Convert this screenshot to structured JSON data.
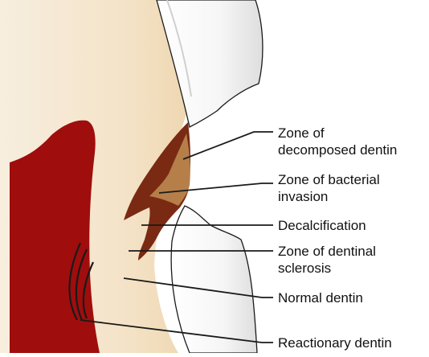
{
  "labels": {
    "decomposed": "Zone of\ndecomposed dentin",
    "bacterial": "Zone of bacterial\ninvasion",
    "decalcification": "Decalcification",
    "sclerosis": "Zone of dentinal\nsclerosis",
    "normal": "Normal dentin",
    "reactionary": "Reactionary dentin"
  },
  "colors": {
    "dentin": "#f6e8d2",
    "pulp": "#a00d0d",
    "decomposed": "#7a2a12",
    "bacterial": "#b67f4a",
    "enamel": "#ffffff",
    "outline": "#1a1a1a"
  }
}
